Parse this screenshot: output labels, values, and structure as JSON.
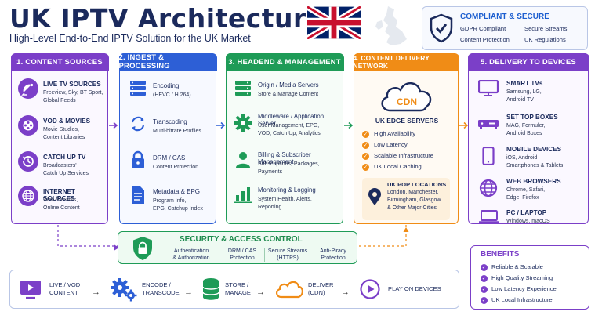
{
  "header": {
    "title": "UK IPTV Architecture",
    "subtitle": "High-Level End-to-End IPTV Solution for the UK Market"
  },
  "compliance": {
    "title": "COMPLIANT & SECURE",
    "items": [
      "GDPR Compliant",
      "Secure Streams",
      "Content Protection",
      "UK Regulations"
    ]
  },
  "columns": [
    {
      "title": "1. CONTENT SOURCES",
      "items": [
        {
          "icon": "satellite-dish-icon",
          "title": "LIVE TV SOURCES",
          "sub": [
            "Freeview, Sky, BT Sport,",
            "Global Feeds"
          ]
        },
        {
          "icon": "film-reel-icon",
          "title": "VOD & MOVIES",
          "sub": [
            "Movie Studios,",
            "Content Libraries"
          ]
        },
        {
          "icon": "catch-up-clock-icon",
          "title": "CATCH UP TV",
          "sub": [
            "Broadcasters'",
            "Catch Up Services"
          ]
        },
        {
          "icon": "globe-icon",
          "title": "INTERNET SOURCES",
          "sub": [
            "Web Streams,",
            "Online Content"
          ]
        }
      ]
    },
    {
      "title": "2. INGEST & PROCESSING",
      "items": [
        {
          "icon": "server-rack-icon",
          "title": "Encoding",
          "sub": [
            "(HEVC / H.264)"
          ]
        },
        {
          "icon": "refresh-icon",
          "title": "Transcoding",
          "sub": [
            "Multi-bitrate Profiles"
          ]
        },
        {
          "icon": "padlock-icon",
          "title": "DRM / CAS",
          "sub": [
            "Content Protection"
          ]
        },
        {
          "icon": "document-icon",
          "title": "Metadata & EPG",
          "sub": [
            "Program Info,",
            "EPG, Catchup Index"
          ]
        }
      ]
    },
    {
      "title": "3. HEADEND & MANAGEMENT",
      "items": [
        {
          "icon": "server-stack-icon",
          "title": "Origin / Media Servers",
          "sub": [
            "Store & Manage Content"
          ]
        },
        {
          "icon": "gear-icon",
          "title": "Middleware / Application Server",
          "sub": [
            "User Management, EPG,",
            "VOD, Catch Up, Analytics"
          ]
        },
        {
          "icon": "user-icon",
          "title": "Billing & Subscriber Management",
          "sub": [
            "Subscriptions, Packages,",
            "Payments"
          ]
        },
        {
          "icon": "bar-chart-icon",
          "title": "Monitoring & Logging",
          "sub": [
            "System Health, Alerts,",
            "Reporting"
          ]
        }
      ]
    },
    {
      "title": "4. CONTENT DELIVERY NETWORK",
      "cdn_badge": "CDN",
      "edge_title": "UK EDGE SERVERS",
      "features": [
        "High Availability",
        "Low Latency",
        "Scalable Infrastructure",
        "UK Local Caching"
      ],
      "pop_title": "UK POP LOCATIONS",
      "pop_sub": [
        "London, Manchester,",
        "Birmingham, Glasgow",
        "& Other Major Cities"
      ]
    },
    {
      "title": "5. DELIVERY TO DEVICES",
      "items": [
        {
          "icon": "tv-icon",
          "title": "SMART TVs",
          "sub": [
            "Samsung, LG,",
            "Android TV"
          ]
        },
        {
          "icon": "set-top-box-icon",
          "title": "SET TOP BOXES",
          "sub": [
            "MAG, Formuler,",
            "Android Boxes"
          ]
        },
        {
          "icon": "smartphone-icon",
          "title": "MOBILE DEVICES",
          "sub": [
            "iOS, Android",
            "Smartphones & Tablets"
          ]
        },
        {
          "icon": "browser-globe-icon",
          "title": "WEB BROWSERS",
          "sub": [
            "Chrome, Safari,",
            "Edge, Firefox"
          ]
        },
        {
          "icon": "laptop-icon",
          "title": "PC / LAPTOP",
          "sub": [
            "Windows, macOS"
          ]
        }
      ]
    }
  ],
  "security": {
    "title": "SECURITY & ACCESS CONTROL",
    "items": [
      [
        "Authentication",
        "& Authorization"
      ],
      [
        "DRM / CAS",
        "Protection"
      ],
      [
        "Secure Streams",
        "(HTTPS)"
      ],
      [
        "Anti-Piracy",
        "Protection"
      ]
    ]
  },
  "flow": [
    {
      "icon": "video-screen-icon",
      "label": [
        "LIVE / VOD",
        "CONTENT"
      ]
    },
    {
      "icon": "gears-icon",
      "label": [
        "ENCODE /",
        "TRANSCODE"
      ]
    },
    {
      "icon": "database-icon",
      "label": [
        "STORE /",
        "MANAGE"
      ]
    },
    {
      "icon": "cloud-icon",
      "label": [
        "DELIVER",
        "(CDN)"
      ]
    },
    {
      "icon": "play-icon",
      "label": [
        "PLAY ON DEVICES"
      ]
    }
  ],
  "benefits": {
    "title": "BENEFITS",
    "items": [
      "Reliable & Scalable",
      "High Quality Streaming",
      "Low Latency Experience",
      "UK Local Infrastructure"
    ]
  },
  "colors": {
    "purple": "#7b3fc8",
    "blue": "#2d5fd6",
    "green": "#1e9b57",
    "orange": "#f08c16",
    "navy": "#1b2a5c"
  }
}
